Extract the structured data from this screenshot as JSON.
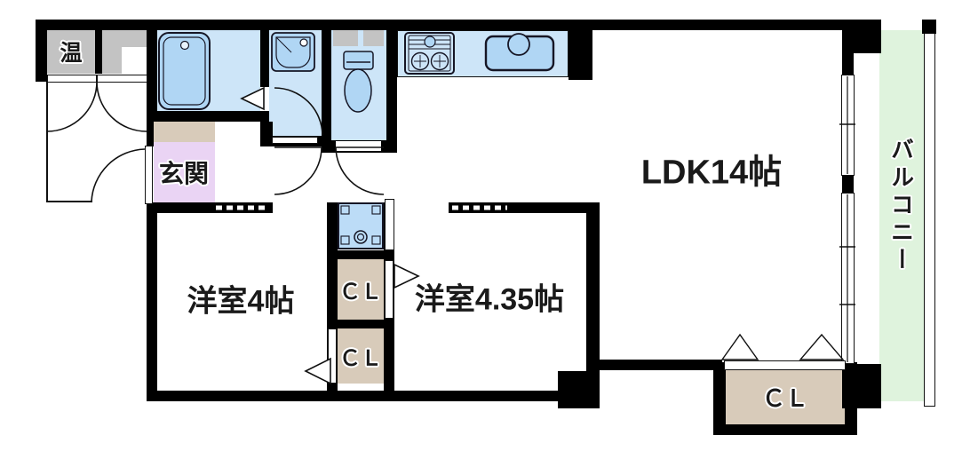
{
  "floorplan": {
    "type": "japanese-apartment-madori",
    "rooms": {
      "ldk": {
        "label": "LDK14帖"
      },
      "bedroom_4": {
        "label": "洋室4帖"
      },
      "bedroom_435": {
        "label": "洋室4.35帖"
      },
      "entrance": {
        "label": "玄関"
      },
      "balcony": {
        "label": "バルコニー"
      },
      "water_heater": {
        "label": "温"
      },
      "closet_upper": {
        "label": "ＣＬ"
      },
      "closet_lower": {
        "label": "ＣＬ"
      },
      "closet_ldk": {
        "label": "ＣＬ"
      }
    },
    "fixtures": [
      "bathtub",
      "washbasin",
      "toilet",
      "gas-stove",
      "kitchen-sink",
      "washing-machine"
    ],
    "colors": {
      "wall": "#000000",
      "wet_room": "#cde5f8",
      "fixture": "#b0d6f4",
      "closet": "#d8cbba",
      "entrance": "#ead4f4",
      "balcony": "#dff3dd",
      "storage_gray": "#c3c3c3"
    }
  }
}
